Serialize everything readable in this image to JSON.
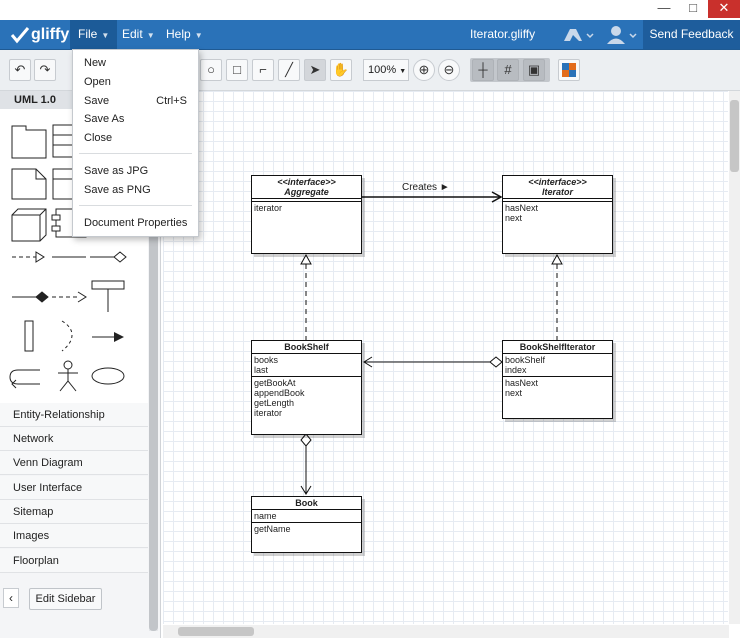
{
  "window": {
    "minimize": "—",
    "maximize": "□",
    "close": "✕"
  },
  "nav": {
    "logo": "gliffy",
    "menus": [
      {
        "label": "File"
      },
      {
        "label": "Edit"
      },
      {
        "label": "Help"
      }
    ],
    "doc_title": "Iterator.gliffy",
    "send_feedback": "Send Feedback",
    "accent": "#2a72b8"
  },
  "toolbar": {
    "zoom": "100%",
    "icons": [
      "undo-icon",
      "redo-icon",
      "circle-icon",
      "square-icon",
      "connector-icon",
      "line-icon",
      "pointer-icon",
      "hand-icon",
      "zoom-in-icon",
      "zoom-out-icon",
      "grid-icon",
      "hash-grid-icon",
      "snap-icon",
      "theme-icon"
    ]
  },
  "file_menu": {
    "items": [
      {
        "label": "New"
      },
      {
        "label": "Open"
      },
      {
        "label": "Save",
        "shortcut": "Ctrl+S"
      },
      {
        "label": "Save As"
      },
      {
        "label": "Close"
      },
      {
        "label": "Save as JPG"
      },
      {
        "label": "Save as PNG"
      },
      {
        "label": "Document Properties"
      }
    ]
  },
  "sidebar": {
    "header": "UML 1.0",
    "categories": [
      "Entity-Relationship",
      "Network",
      "Venn Diagram",
      "User Interface",
      "Sitemap",
      "Images",
      "Floorplan"
    ],
    "collapse": "‹",
    "edit": "Edit Sidebar"
  },
  "diagram": {
    "aggregate": {
      "stereotype": "<<interface>>",
      "name": "Aggregate",
      "methods": [
        "iterator"
      ]
    },
    "iterator": {
      "stereotype": "<<interface>>",
      "name": "Iterator",
      "methods": [
        "hasNext",
        "next"
      ]
    },
    "bookshelf": {
      "name": "BookShelf",
      "attributes": [
        "books",
        "last"
      ],
      "methods": [
        "getBookAt",
        "appendBook",
        "getLength",
        "iterator"
      ]
    },
    "bookshelf_iterator": {
      "name": "BookShelfIterator",
      "attributes": [
        "bookShelf",
        "index"
      ],
      "methods": [
        "hasNext",
        "next"
      ]
    },
    "book": {
      "name": "Book",
      "attributes": [
        "name"
      ],
      "methods": [
        "getName"
      ]
    },
    "creates_label": "Creates ►"
  }
}
